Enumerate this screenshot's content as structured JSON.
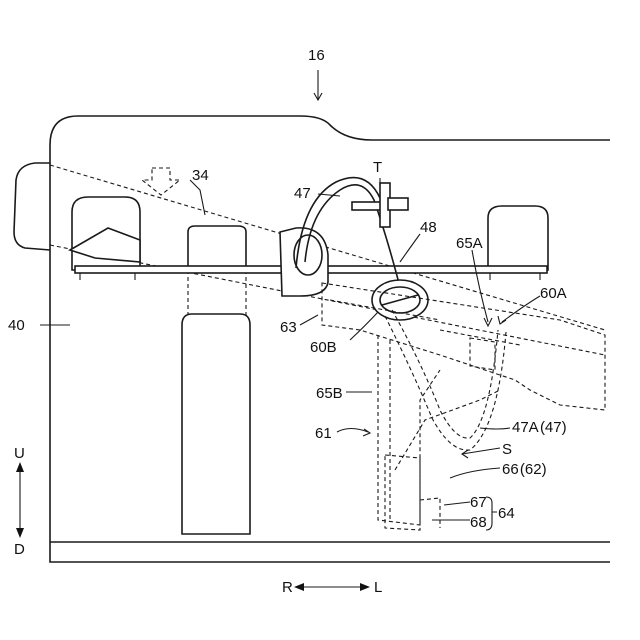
{
  "labels": {
    "fig": "16",
    "t": "T",
    "l34": "34",
    "l47": "47",
    "l48": "48",
    "l65a": "65A",
    "l60a": "60A",
    "l40": "40",
    "l63": "63",
    "l60b": "60B",
    "l65b": "65B",
    "l61": "61",
    "l47a": "47A (47)",
    "s": "S",
    "l66": "66 (62)",
    "l67": "67",
    "l68": "68",
    "l64": "64",
    "u": "U",
    "d": "D",
    "r": "R",
    "l": "L"
  }
}
